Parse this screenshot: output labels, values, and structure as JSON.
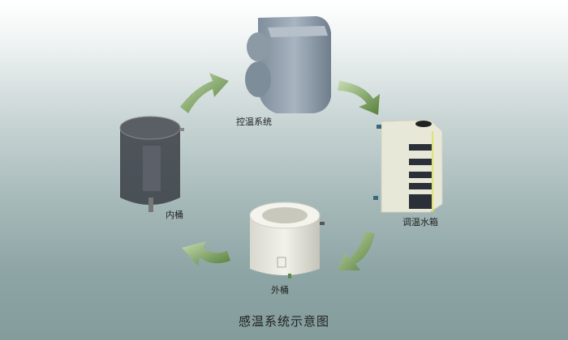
{
  "title": "感温系统示意图",
  "components": {
    "control": "控温系统",
    "tank": "调温水箱",
    "outer": "外桶",
    "inner": "内桶"
  },
  "colors": {
    "arrow": "#6f9a4e",
    "accent_edge": "#e0e040"
  }
}
